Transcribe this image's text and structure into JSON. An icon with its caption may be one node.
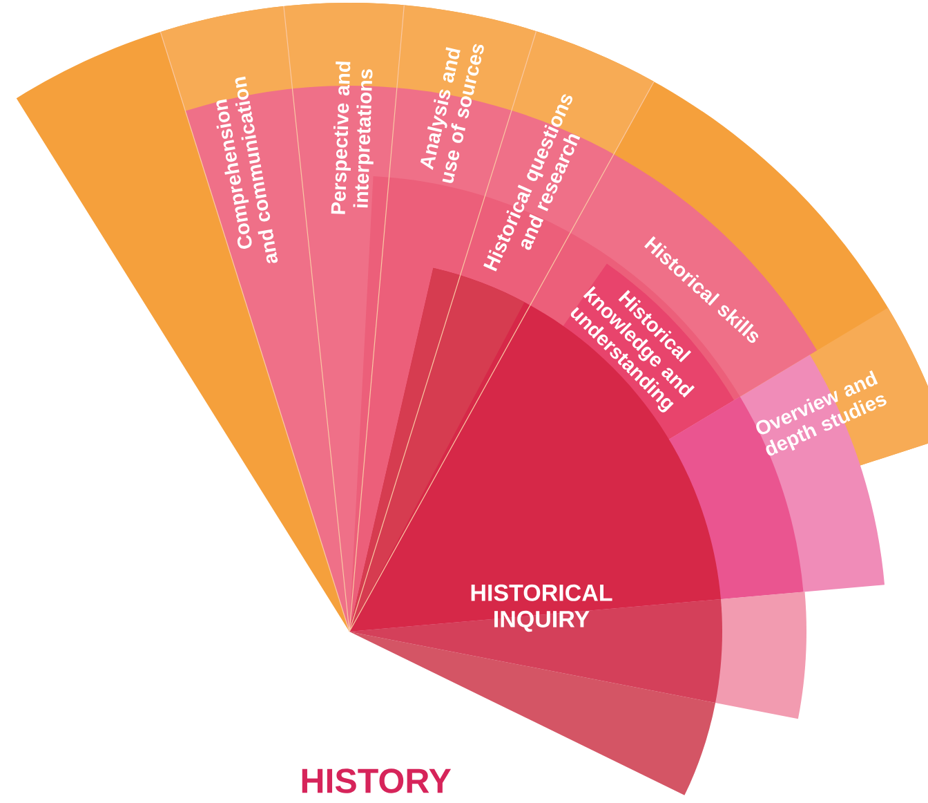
{
  "diagram": {
    "title": "HISTORY",
    "nodes": [
      {
        "text": [
          "Comprehension and communication"
        ]
      },
      {
        "text": [
          "Perspective and interpretations"
        ]
      },
      {
        "text": [
          "Analysis and use of sources"
        ]
      },
      {
        "text": [
          "Historical questions and research"
        ]
      },
      {
        "text": [
          "Historical skills"
        ]
      },
      {
        "text": [
          "Historical knowledge and understanding"
        ]
      },
      {
        "text": [
          "Overview and depth studies"
        ]
      },
      {
        "text": [
          "HISTORICAL INQUIRY"
        ]
      }
    ]
  }
}
